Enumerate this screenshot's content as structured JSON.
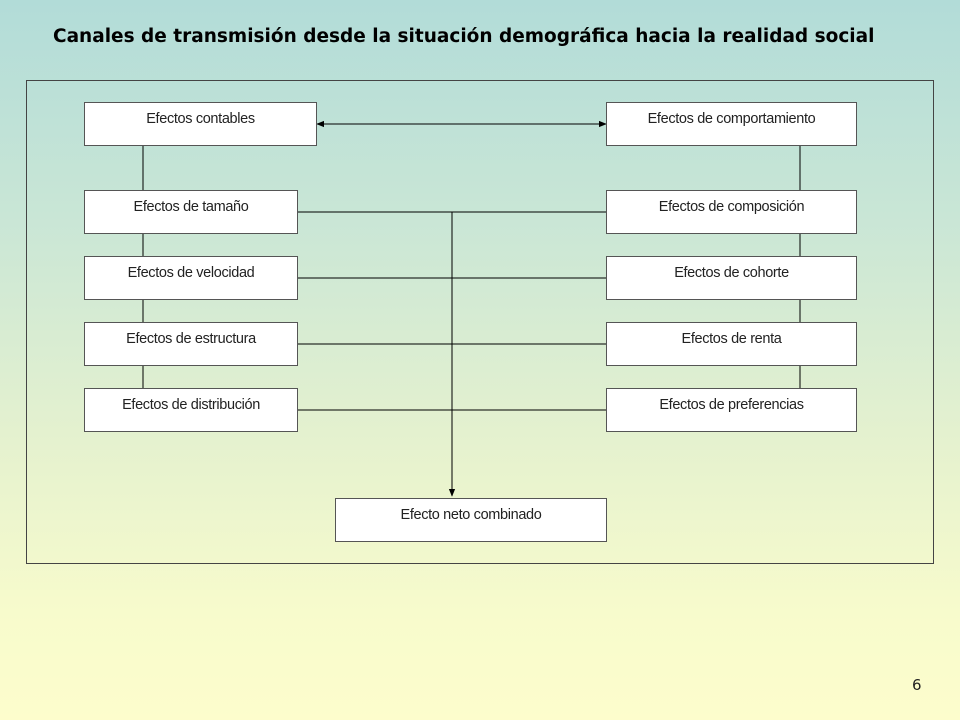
{
  "slide": {
    "title": "Canales de transmisión desde la situación demográfica hacia la realidad social",
    "page_number": "6"
  },
  "left_column": [
    {
      "label": "Efectos contables"
    },
    {
      "label": "Efectos de tamaño"
    },
    {
      "label": "Efectos de velocidad"
    },
    {
      "label": "Efectos de estructura"
    },
    {
      "label": "Efectos de distribución"
    }
  ],
  "right_column": [
    {
      "label": "Efectos de comportamiento"
    },
    {
      "label": "Efectos de composición"
    },
    {
      "label": "Efectos de cohorte"
    },
    {
      "label": "Efectos de renta"
    },
    {
      "label": "Efectos de preferencias"
    }
  ],
  "result": {
    "label": "Efecto neto combinado"
  },
  "colors": {
    "line": "#000000",
    "box_border": "#555555",
    "box_fill": "#ffffff"
  }
}
